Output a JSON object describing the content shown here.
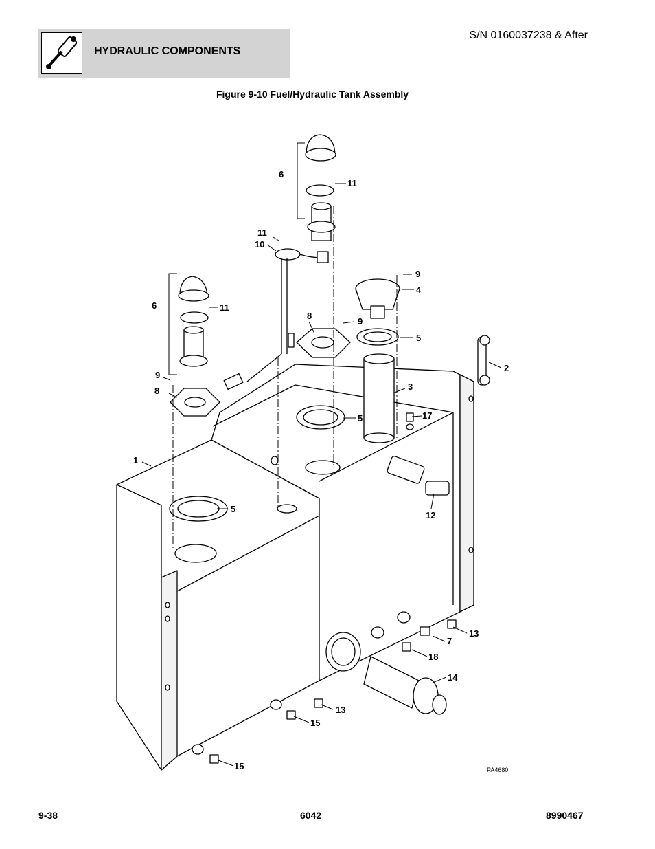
{
  "header": {
    "section_title": "HYDRAULIC COMPONENTS",
    "serial_number": "S/N 0160037238 & After",
    "icon": "hydraulic-cylinder-icon"
  },
  "figure": {
    "title": "Figure 9-10 Fuel/Hydraulic Tank Assembly",
    "drawing_id": "PA4680",
    "callouts": [
      "1",
      "2",
      "3",
      "4",
      "5",
      "5",
      "5",
      "6",
      "6",
      "7",
      "8",
      "8",
      "9",
      "9",
      "9",
      "10",
      "11",
      "11",
      "11",
      "12",
      "13",
      "13",
      "14",
      "15",
      "15",
      "17",
      "18"
    ]
  },
  "footer": {
    "page": "9-38",
    "model": "6042",
    "manual_number": "8990467"
  }
}
